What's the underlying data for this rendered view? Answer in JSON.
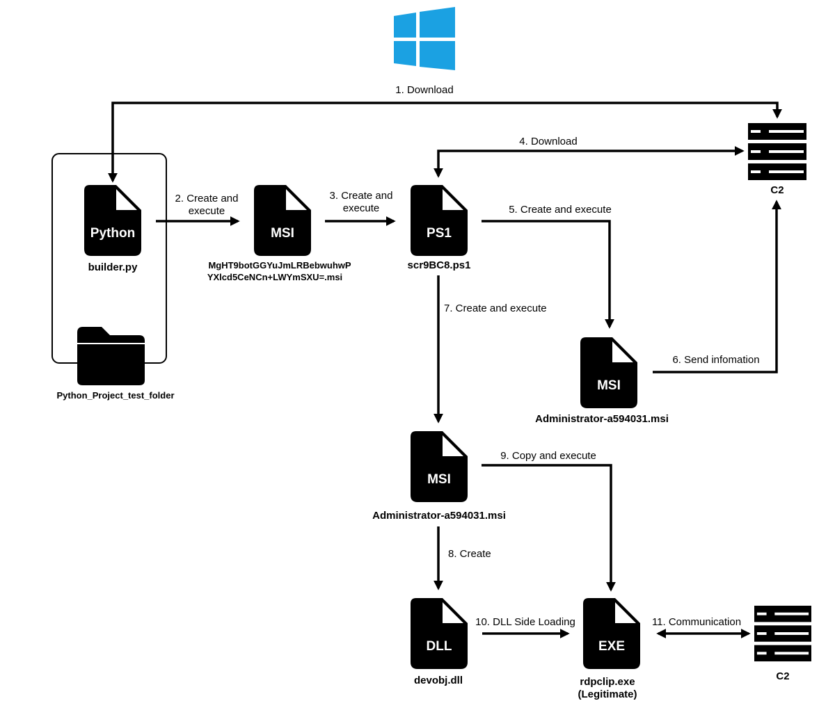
{
  "windows_logo_color": "#1ba1e2",
  "files": {
    "python": {
      "type": "Python",
      "name": "builder.py"
    },
    "msi1": {
      "type": "MSI",
      "name_line1": "MgHT9botGGYuJmLRBebwuhwP",
      "name_line2": "YXlcd5CeNCn+LWYmSXU=.msi"
    },
    "ps1": {
      "type": "PS1",
      "name": "scr9BC8.ps1"
    },
    "msi2": {
      "type": "MSI",
      "name": "Administrator-a594031.msi"
    },
    "msi3": {
      "type": "MSI",
      "name": "Administrator-a594031.msi"
    },
    "dll": {
      "type": "DLL",
      "name": "devobj.dll"
    },
    "exe": {
      "type": "EXE",
      "name_line1": "rdpclip.exe",
      "name_line2": "(Legitimate)"
    }
  },
  "folder": {
    "name": "Python_Project_test_folder"
  },
  "servers": {
    "c2_top": "C2",
    "c2_bottom": "C2"
  },
  "steps": {
    "s1": "1. Download",
    "s2_line1": "2. Create and",
    "s2_line2": "execute",
    "s3_line1": "3. Create and",
    "s3_line2": "execute",
    "s4": "4. Download",
    "s5": "5. Create and execute",
    "s6": "6. Send infomation",
    "s7": "7. Create and execute",
    "s8": "8. Create",
    "s9": "9. Copy and execute",
    "s10": "10. DLL Side Loading",
    "s11": "11. Communication"
  }
}
